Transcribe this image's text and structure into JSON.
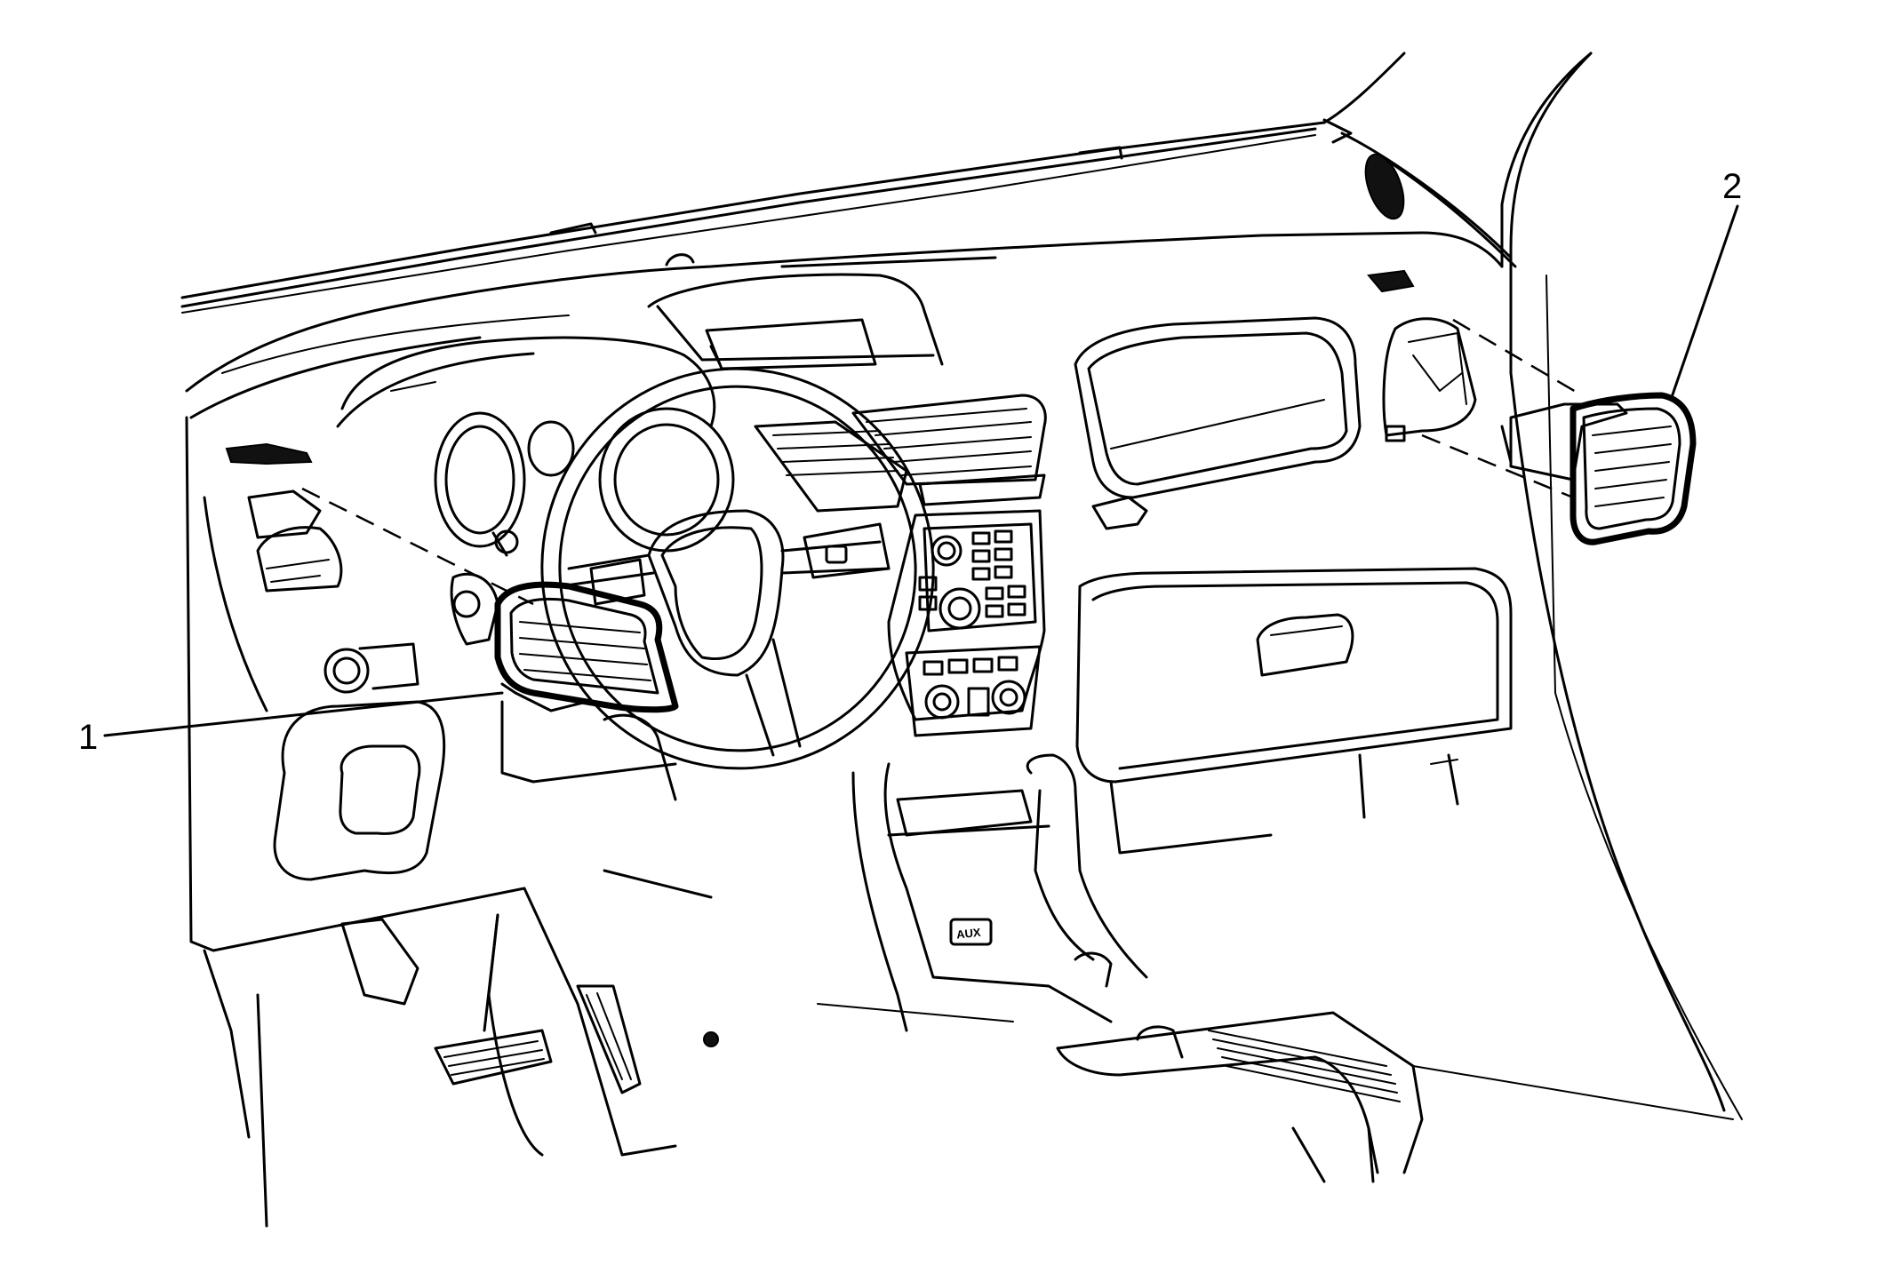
{
  "diagram": {
    "callouts": [
      {
        "id": "1",
        "label": "1"
      },
      {
        "id": "2",
        "label": "2"
      }
    ],
    "console_label": "AUX"
  }
}
